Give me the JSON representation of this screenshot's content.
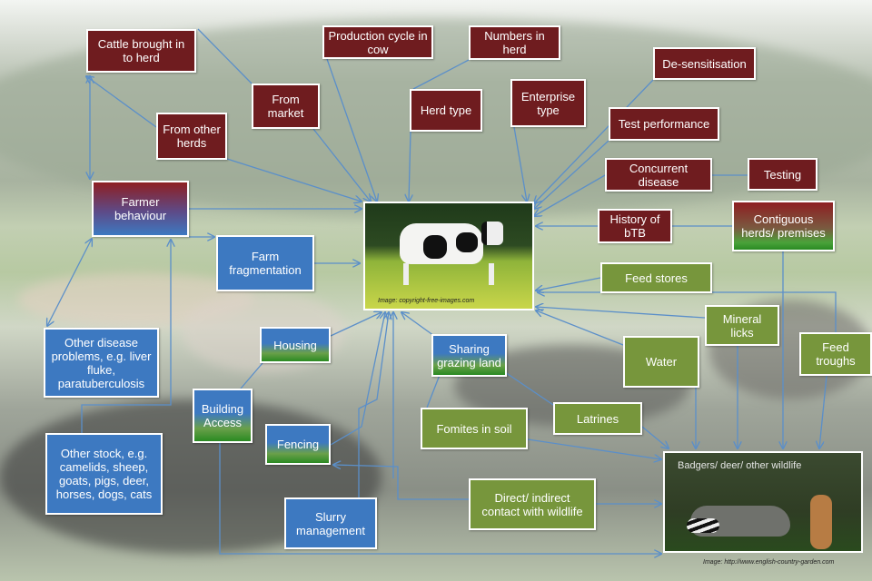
{
  "boxes": {
    "cattle_brought_in": "Cattle brought in to herd",
    "production_cycle": "Production cycle in cow",
    "numbers_in_herd": "Numbers in herd",
    "from_market": "From market",
    "from_other_herds": "From other herds",
    "herd_type": "Herd type",
    "enterprise_type": "Enterprise type",
    "desensitisation": "De-sensitisation",
    "test_performance": "Test performance",
    "concurrent_disease": "Concurrent disease",
    "testing": "Testing",
    "history_of_btb": "History of bTB",
    "contiguous_herds": "Contiguous herds/ premises",
    "farmer_behaviour": "Farmer behaviour",
    "farm_fragmentation": "Farm fragmentation",
    "feed_stores": "Feed stores",
    "mineral_licks": "Mineral licks",
    "feed_troughs": "Feed troughs",
    "water": "Water",
    "sharing_grazing": "Sharing grazing land",
    "housing": "Housing",
    "other_disease": "Other disease problems, e.g. liver fluke, paratuberculosis",
    "building_access": "Building Access",
    "latrines": "Latrines",
    "fomites": "Fomites in soil",
    "fencing": "Fencing",
    "other_stock": "Other stock, e.g. camelids, sheep, goats, pigs, deer, horses, dogs, cats",
    "slurry": "Slurry management",
    "direct_contact": "Direct/ indirect contact with wildlife"
  },
  "images": {
    "cow_caption": "Image: copyright-free-images.com",
    "wildlife_title": "Badgers/ deer/ other wildlife",
    "wildlife_caption": "Image: http://www.english-country-garden.com"
  },
  "colors": {
    "dark_red": "#6f1c1f",
    "blue": "#3d79c1",
    "green": "#77963c",
    "arrow": "#5b8fc9"
  }
}
